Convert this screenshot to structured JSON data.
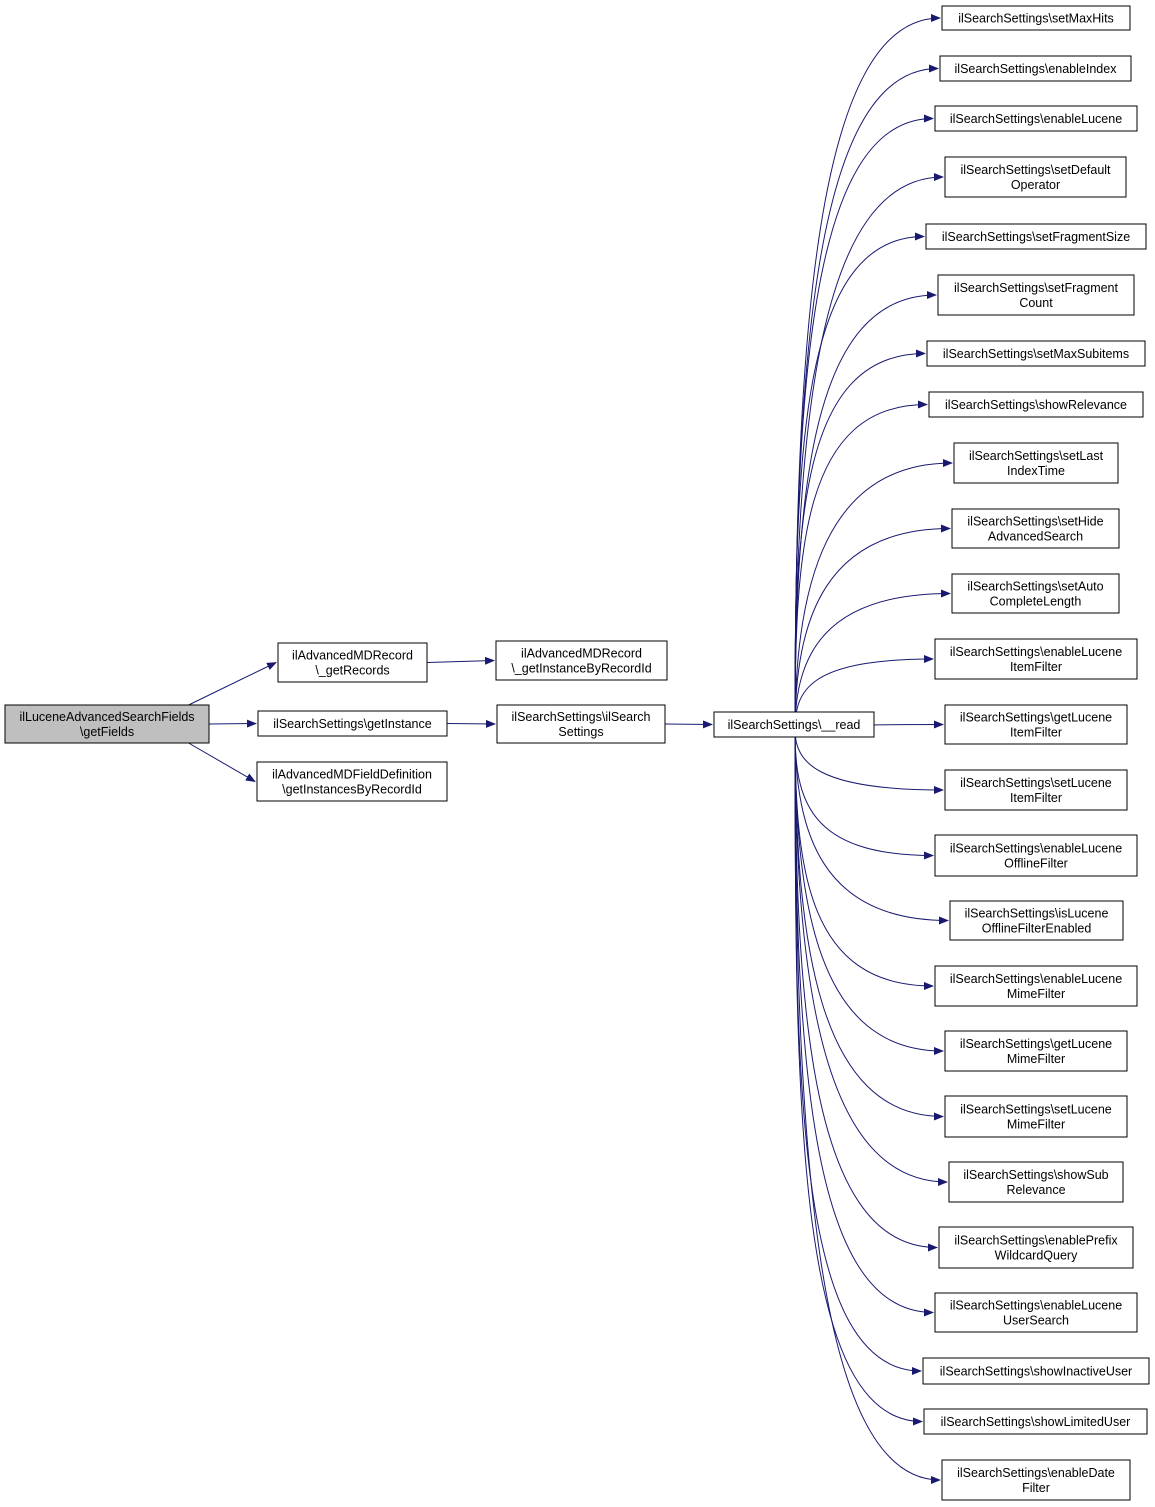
{
  "colors": {
    "edge": "#191970",
    "node_border": "#000000",
    "node_fill": "#ffffff",
    "root_fill": "#bfbfbf",
    "text": "#000000"
  },
  "nodes": [
    {
      "id": "root",
      "lines": [
        "ilLuceneAdvancedSearchFields",
        "\\getFields"
      ],
      "root": true
    },
    {
      "id": "getRecords",
      "lines": [
        "ilAdvancedMDRecord",
        "\\_getRecords"
      ]
    },
    {
      "id": "getInstance",
      "lines": [
        "ilSearchSettings\\getInstance"
      ]
    },
    {
      "id": "getInstancesByRecordId",
      "lines": [
        "ilAdvancedMDFieldDefinition",
        "\\getInstancesByRecordId"
      ]
    },
    {
      "id": "getInstanceByRecordId",
      "lines": [
        "ilAdvancedMDRecord",
        "\\_getInstanceByRecordId"
      ]
    },
    {
      "id": "ctor",
      "lines": [
        "ilSearchSettings\\ilSearch",
        "Settings"
      ]
    },
    {
      "id": "read",
      "lines": [
        "ilSearchSettings\\__read"
      ]
    },
    {
      "id": "t0",
      "lines": [
        "ilSearchSettings\\setMaxHits"
      ]
    },
    {
      "id": "t1",
      "lines": [
        "ilSearchSettings\\enableIndex"
      ]
    },
    {
      "id": "t2",
      "lines": [
        "ilSearchSettings\\enableLucene"
      ]
    },
    {
      "id": "t3",
      "lines": [
        "ilSearchSettings\\setDefault",
        "Operator"
      ]
    },
    {
      "id": "t4",
      "lines": [
        "ilSearchSettings\\setFragmentSize"
      ]
    },
    {
      "id": "t5",
      "lines": [
        "ilSearchSettings\\setFragment",
        "Count"
      ]
    },
    {
      "id": "t6",
      "lines": [
        "ilSearchSettings\\setMaxSubitems"
      ]
    },
    {
      "id": "t7",
      "lines": [
        "ilSearchSettings\\showRelevance"
      ]
    },
    {
      "id": "t8",
      "lines": [
        "ilSearchSettings\\setLast",
        "IndexTime"
      ]
    },
    {
      "id": "t9",
      "lines": [
        "ilSearchSettings\\setHide",
        "AdvancedSearch"
      ]
    },
    {
      "id": "t10",
      "lines": [
        "ilSearchSettings\\setAuto",
        "CompleteLength"
      ]
    },
    {
      "id": "t11",
      "lines": [
        "ilSearchSettings\\enableLucene",
        "ItemFilter"
      ]
    },
    {
      "id": "t12",
      "lines": [
        "ilSearchSettings\\getLucene",
        "ItemFilter"
      ]
    },
    {
      "id": "t13",
      "lines": [
        "ilSearchSettings\\setLucene",
        "ItemFilter"
      ]
    },
    {
      "id": "t14",
      "lines": [
        "ilSearchSettings\\enableLucene",
        "OfflineFilter"
      ]
    },
    {
      "id": "t15",
      "lines": [
        "ilSearchSettings\\isLucene",
        "OfflineFilterEnabled"
      ]
    },
    {
      "id": "t16",
      "lines": [
        "ilSearchSettings\\enableLucene",
        "MimeFilter"
      ]
    },
    {
      "id": "t17",
      "lines": [
        "ilSearchSettings\\getLucene",
        "MimeFilter"
      ]
    },
    {
      "id": "t18",
      "lines": [
        "ilSearchSettings\\setLucene",
        "MimeFilter"
      ]
    },
    {
      "id": "t19",
      "lines": [
        "ilSearchSettings\\showSub",
        "Relevance"
      ]
    },
    {
      "id": "t20",
      "lines": [
        "ilSearchSettings\\enablePrefix",
        "WildcardQuery"
      ]
    },
    {
      "id": "t21",
      "lines": [
        "ilSearchSettings\\enableLucene",
        "UserSearch"
      ]
    },
    {
      "id": "t22",
      "lines": [
        "ilSearchSettings\\showInactiveUser"
      ]
    },
    {
      "id": "t23",
      "lines": [
        "ilSearchSettings\\showLimitedUser"
      ]
    },
    {
      "id": "t24",
      "lines": [
        "ilSearchSettings\\enableDate",
        "Filter"
      ]
    }
  ],
  "edges": [
    {
      "from": "root",
      "to": "getRecords"
    },
    {
      "from": "root",
      "to": "getInstance"
    },
    {
      "from": "root",
      "to": "getInstancesByRecordId"
    },
    {
      "from": "getRecords",
      "to": "getInstanceByRecordId"
    },
    {
      "from": "getInstance",
      "to": "ctor"
    },
    {
      "from": "ctor",
      "to": "read"
    },
    {
      "from": "read",
      "to": "t0"
    },
    {
      "from": "read",
      "to": "t1"
    },
    {
      "from": "read",
      "to": "t2"
    },
    {
      "from": "read",
      "to": "t3"
    },
    {
      "from": "read",
      "to": "t4"
    },
    {
      "from": "read",
      "to": "t5"
    },
    {
      "from": "read",
      "to": "t6"
    },
    {
      "from": "read",
      "to": "t7"
    },
    {
      "from": "read",
      "to": "t8"
    },
    {
      "from": "read",
      "to": "t9"
    },
    {
      "from": "read",
      "to": "t10"
    },
    {
      "from": "read",
      "to": "t11"
    },
    {
      "from": "read",
      "to": "t12"
    },
    {
      "from": "read",
      "to": "t13"
    },
    {
      "from": "read",
      "to": "t14"
    },
    {
      "from": "read",
      "to": "t15"
    },
    {
      "from": "read",
      "to": "t16"
    },
    {
      "from": "read",
      "to": "t17"
    },
    {
      "from": "read",
      "to": "t18"
    },
    {
      "from": "read",
      "to": "t19"
    },
    {
      "from": "read",
      "to": "t20"
    },
    {
      "from": "read",
      "to": "t21"
    },
    {
      "from": "read",
      "to": "t22"
    },
    {
      "from": "read",
      "to": "t23"
    },
    {
      "from": "read",
      "to": "t24"
    }
  ]
}
